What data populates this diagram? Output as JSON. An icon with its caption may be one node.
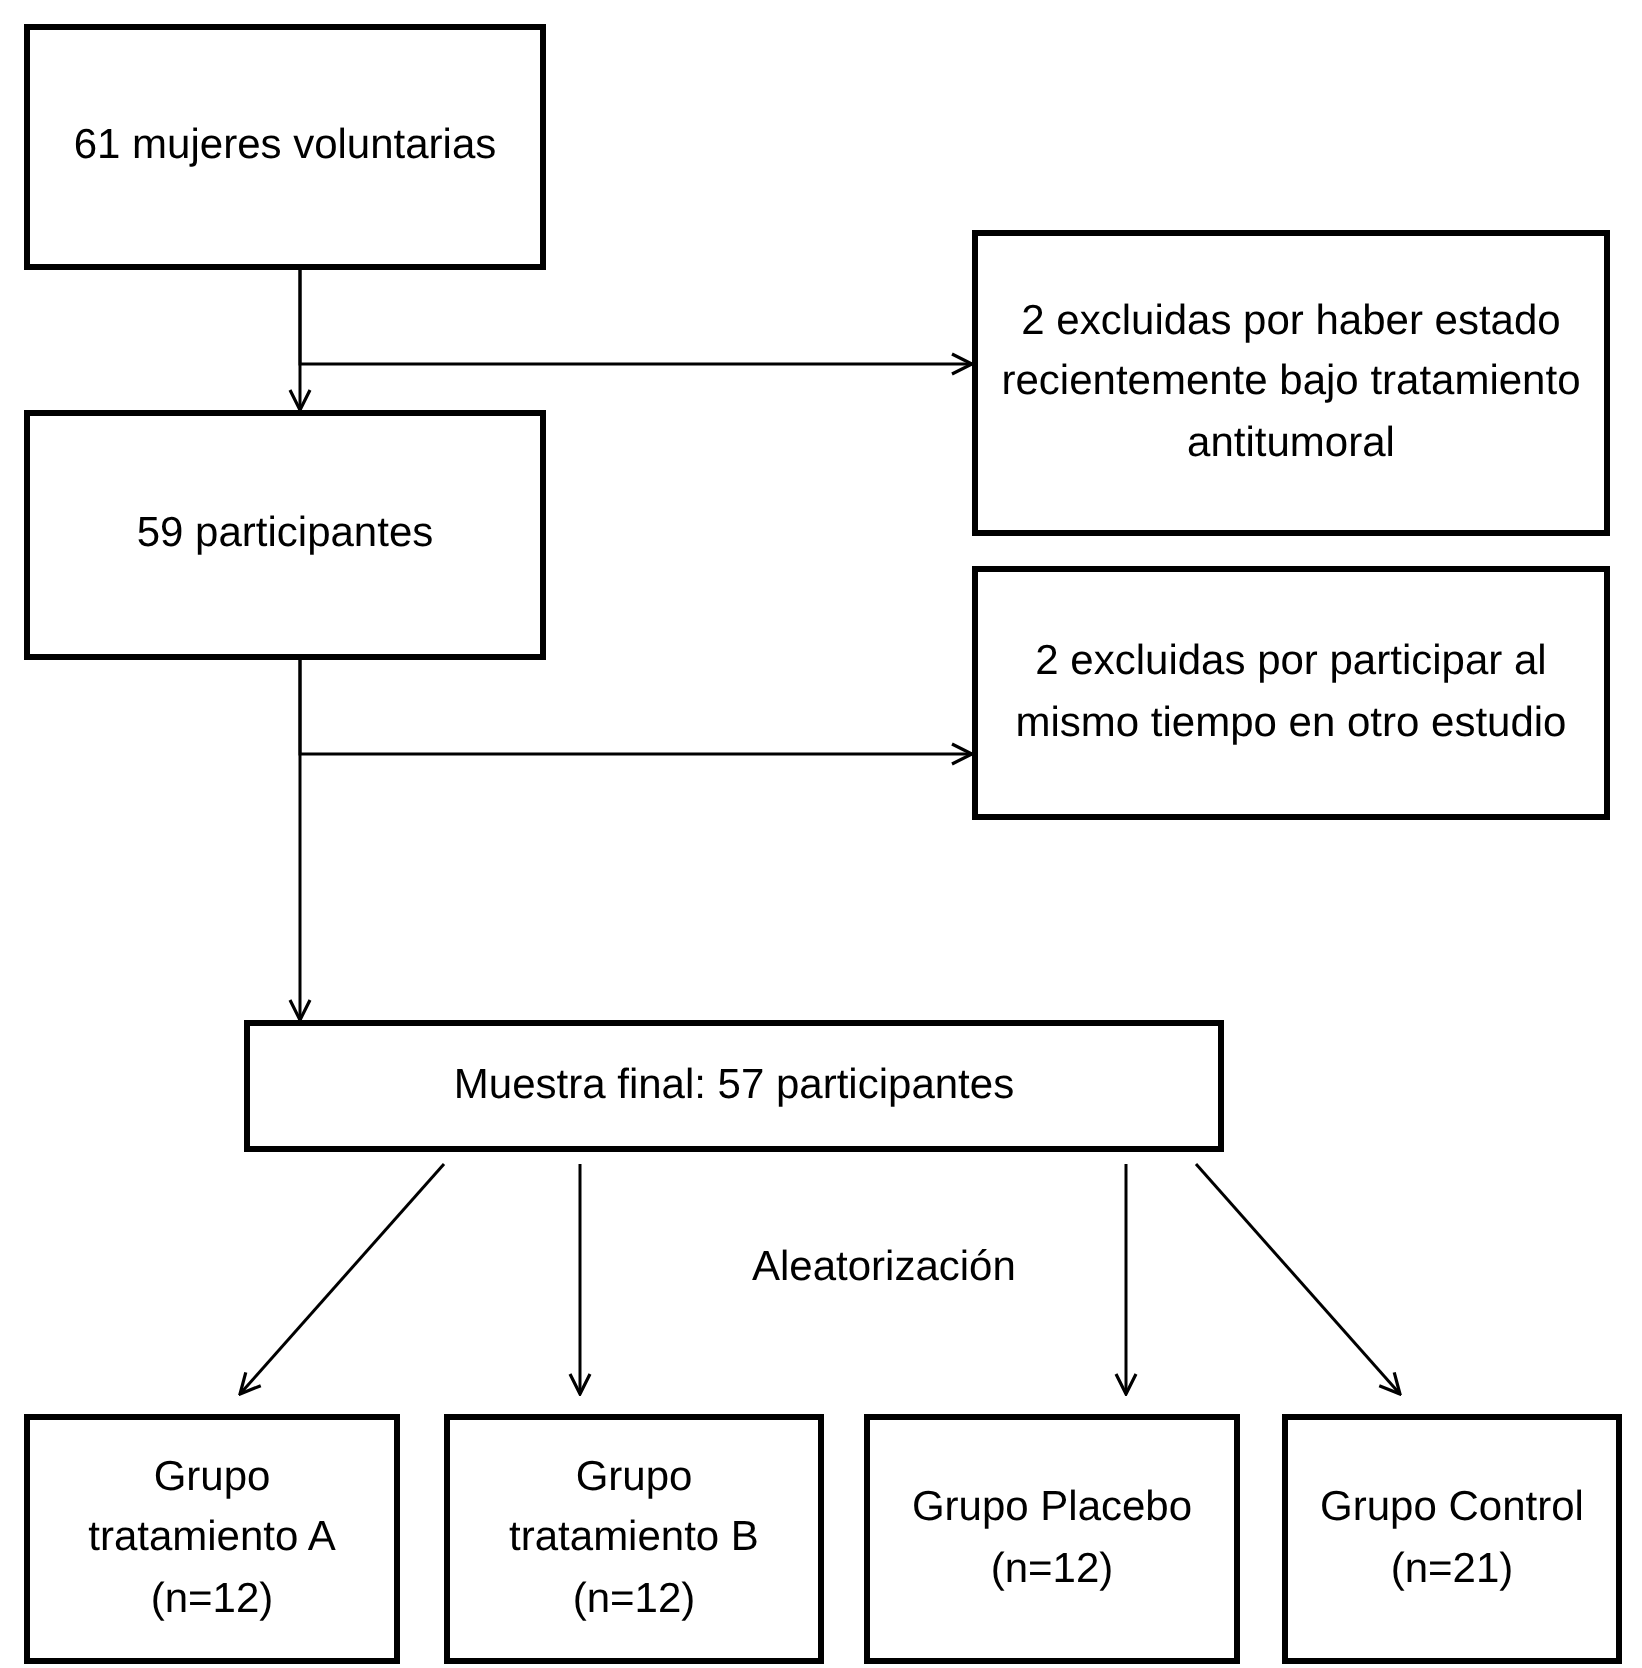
{
  "diagram": {
    "nodes": [
      {
        "text": [
          "61 mujeres voluntarias"
        ]
      },
      {
        "text": [
          "2 excluidas por haber estado recientemente bajo tratamiento antitumoral"
        ]
      },
      {
        "text": [
          "59 participantes"
        ]
      },
      {
        "text": [
          "2 excluidas por participar al mismo tiempo en otro estudio"
        ]
      },
      {
        "text": [
          "Muestra final: 57 participantes"
        ]
      },
      {
        "text": [
          "Grupo tratamiento A (n=12)"
        ]
      },
      {
        "text": [
          "Grupo tratamiento B (n=12)"
        ]
      },
      {
        "text": [
          "Grupo Placebo (n=12)"
        ]
      },
      {
        "text": [
          "Grupo Control (n=21)"
        ]
      }
    ],
    "edges": [
      {
        "from": 0,
        "to": 2,
        "arrow": "to"
      },
      {
        "from": 0,
        "to": 1,
        "arrow": "to"
      },
      {
        "from": 2,
        "to": 4,
        "arrow": "to"
      },
      {
        "from": 2,
        "to": 3,
        "arrow": "to"
      },
      {
        "from": 4,
        "to": 5,
        "arrow": "to"
      },
      {
        "from": 4,
        "to": 6,
        "arrow": "to"
      },
      {
        "from": 4,
        "to": 7,
        "arrow": "to"
      },
      {
        "from": 4,
        "to": 8,
        "arrow": "to"
      }
    ],
    "labels": [
      "Aleatorización"
    ]
  }
}
